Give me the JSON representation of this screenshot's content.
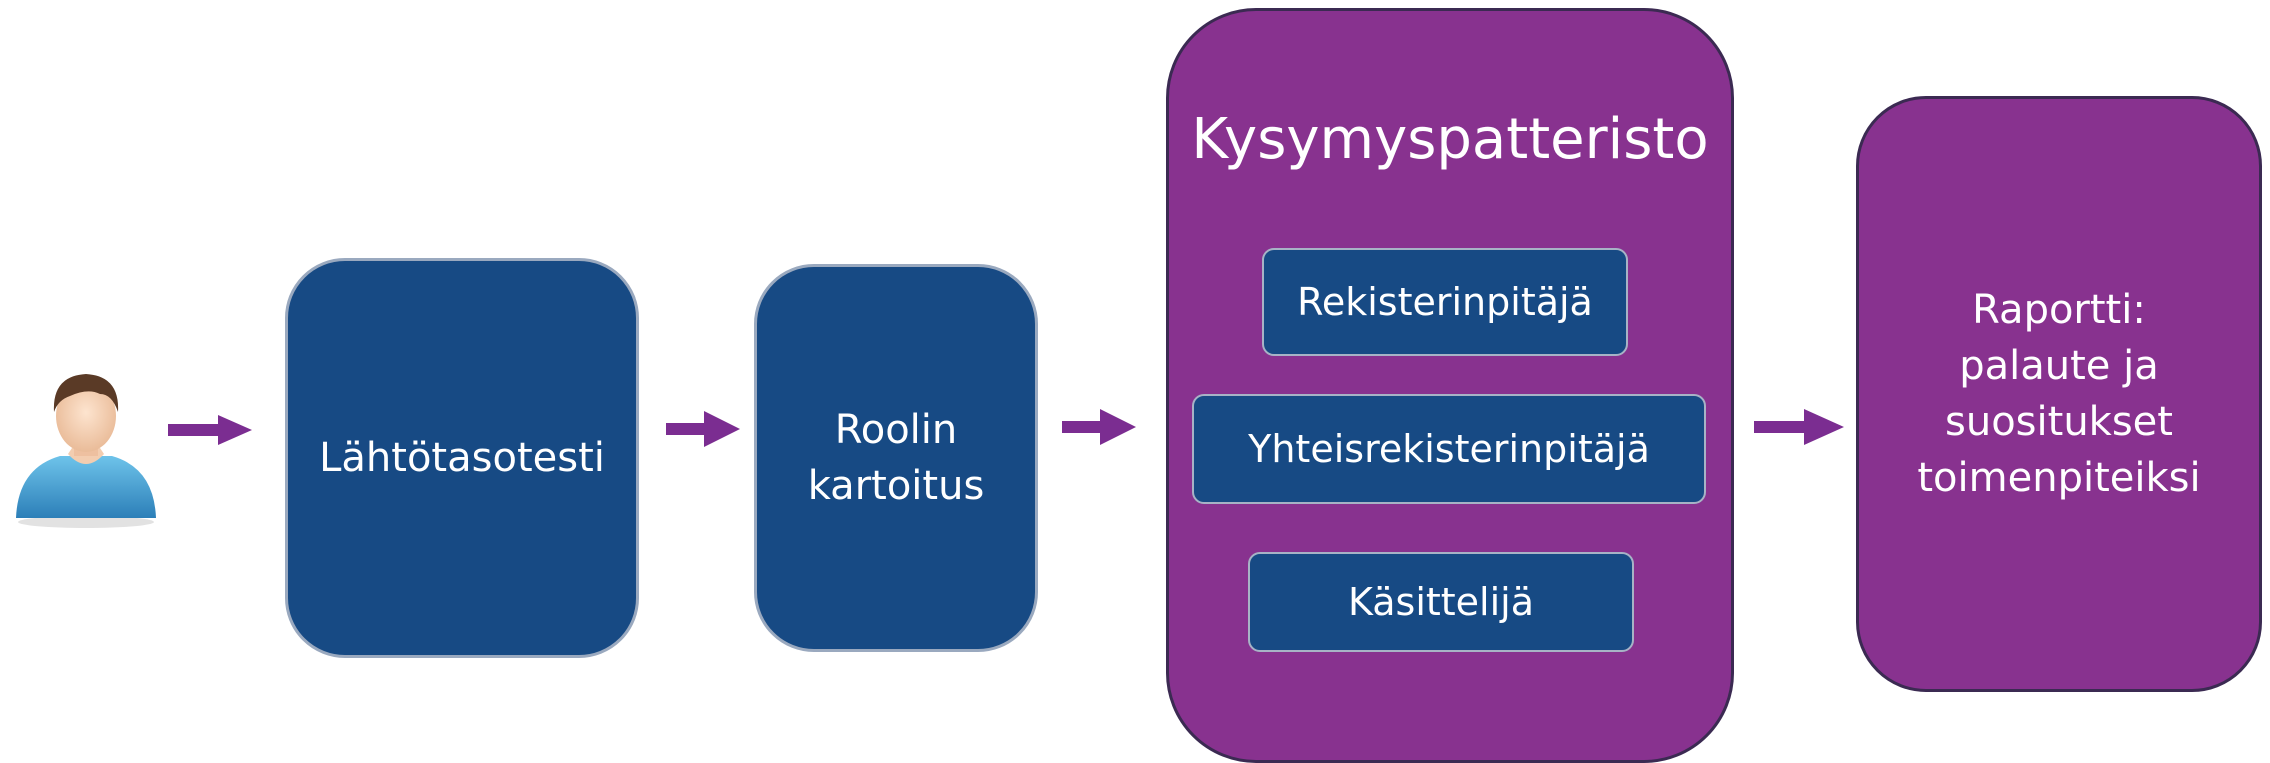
{
  "diagram": {
    "colors": {
      "blue": "#174a84",
      "purple": "#88328f",
      "arrow": "#7b2d91"
    },
    "icons": [
      "user-icon",
      "arrow-right-icon"
    ],
    "steps": [
      {
        "label": "Lähtötasotesti"
      },
      {
        "label": "Roolin\nkartoitus"
      },
      {
        "title": "Kysymyspatteristo",
        "items": [
          {
            "label": "Rekisterinpitäjä"
          },
          {
            "label": "Yhteisrekisterinpitäjä"
          },
          {
            "label": "Käsittelijä"
          }
        ]
      },
      {
        "label": "Raportti:\npalaute ja\nsuositukset\ntoimenpiteiksi"
      }
    ]
  }
}
